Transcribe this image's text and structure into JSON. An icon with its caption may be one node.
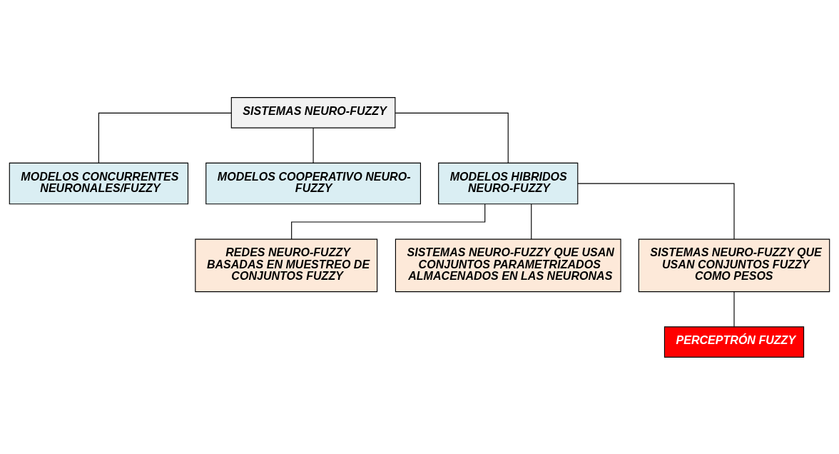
{
  "diagram": {
    "nodes": [
      {
        "text": [
          "SISTEMAS NEURO-FUZZY"
        ]
      },
      {
        "text": [
          "MODELOS CONCURRENTES NEURONALES/FUZZY"
        ]
      },
      {
        "text": [
          "MODELOS COOPERATIVO NEURO-FUZZY"
        ]
      },
      {
        "text": [
          "MODELOS HIBRIDOS NEURO-FUZZY"
        ]
      },
      {
        "text": [
          "REDES NEURO-FUZZY BASADAS EN MUESTREO DE CONJUNTOS FUZZY"
        ]
      },
      {
        "text": [
          "SISTEMAS NEURO-FUZZY QUE USAN CONJUNTOS PARAMETRIZADOS ALMACENADOS EN LAS NEURONAS"
        ]
      },
      {
        "text": [
          "SISTEMAS NEURO-FUZZY QUE USAN CONJUNTOS FUZZY COMO PESOS"
        ]
      },
      {
        "text": [
          "PERCEPTRÓN FUZZY"
        ]
      }
    ],
    "edges": [
      {
        "from": 0,
        "to": 1,
        "arrow": "none"
      },
      {
        "from": 0,
        "to": 2,
        "arrow": "none"
      },
      {
        "from": 0,
        "to": 3,
        "arrow": "none"
      },
      {
        "from": 3,
        "to": 4,
        "arrow": "none"
      },
      {
        "from": 3,
        "to": 5,
        "arrow": "none"
      },
      {
        "from": 3,
        "to": 6,
        "arrow": "none"
      },
      {
        "from": 6,
        "to": 7,
        "arrow": "none"
      }
    ]
  }
}
